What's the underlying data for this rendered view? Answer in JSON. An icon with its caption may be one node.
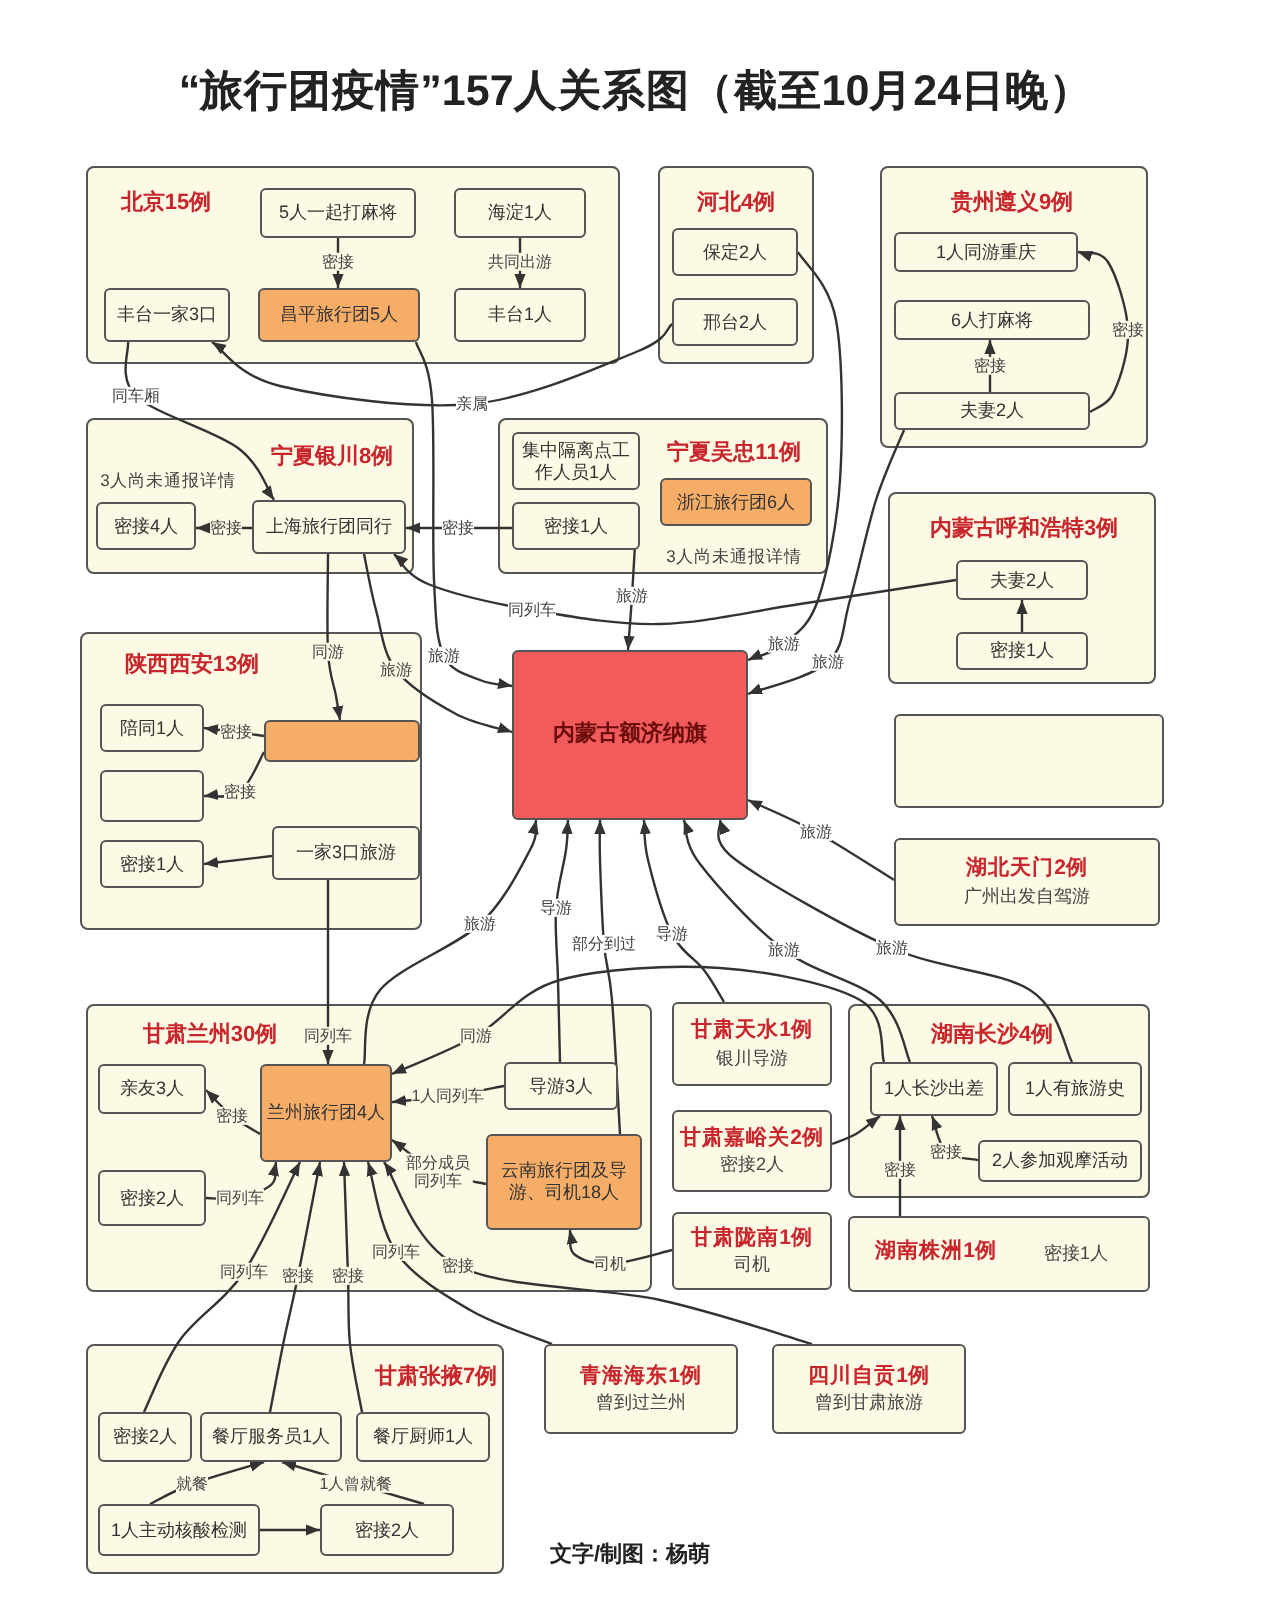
{
  "diagram": {
    "title": "“旅行团疫情”157人关系图（截至10月24日晚）",
    "nodes": [
      {
        "text": [
          "北京15例"
        ]
      },
      {
        "text": [
          "5人一起打麻将"
        ],
        "in": 0
      },
      {
        "text": [
          "海淀1人"
        ],
        "in": 0
      },
      {
        "text": [
          "丰台一家3口"
        ],
        "in": 0
      },
      {
        "text": [
          "昌平旅行团5人"
        ],
        "in": 0
      },
      {
        "text": [
          "丰台1人"
        ],
        "in": 0
      },
      {
        "text": [
          "河北4例"
        ]
      },
      {
        "text": [
          "保定2人"
        ],
        "in": 6
      },
      {
        "text": [
          "邢台2人"
        ],
        "in": 6
      },
      {
        "text": [
          "贵州遵义9例"
        ]
      },
      {
        "text": [
          "1人同游重庆"
        ],
        "in": 9
      },
      {
        "text": [
          "6人打麻将"
        ],
        "in": 9
      },
      {
        "text": [
          "夫妻2人"
        ],
        "in": 9
      },
      {
        "text": [
          "宁夏银川8例",
          "3人尚未通报详情"
        ]
      },
      {
        "text": [
          "密接4人"
        ],
        "in": 13
      },
      {
        "text": [
          "上海旅行团同行"
        ],
        "in": 13
      },
      {
        "text": [
          "宁夏吴忠11例",
          "3人尚未通报详情"
        ]
      },
      {
        "text": [
          "集中隔离点工作人员1人"
        ],
        "in": 16
      },
      {
        "text": [
          "浙江旅行团6人"
        ],
        "in": 16
      },
      {
        "text": [
          "密接1人"
        ],
        "in": 16
      },
      {
        "text": [
          "内蒙古呼和浩特3例"
        ]
      },
      {
        "text": [
          "夫妻2人"
        ],
        "in": 20
      },
      {
        "text": [
          "密接1人"
        ],
        "in": 20
      },
      {
        "text": [
          "陕西西安13例"
        ]
      },
      {
        "text": [
          "陪同1人"
        ],
        "in": 23
      },
      {
        "text": [],
        "shape": "box",
        "in": 23
      },
      {
        "text": [],
        "shape": "box",
        "in": 23
      },
      {
        "text": [
          "一家3口旅游"
        ],
        "in": 23
      },
      {
        "text": [
          "密接1人"
        ],
        "in": 23
      },
      {
        "text": [
          "内蒙古额济纳旗"
        ]
      },
      {
        "text": [],
        "shape": "box"
      },
      {
        "text": [
          "湖北天门2例",
          "广州出发自驾游"
        ]
      },
      {
        "text": [
          "甘肃兰州30例"
        ]
      },
      {
        "text": [
          "亲友3人"
        ],
        "in": 32
      },
      {
        "text": [
          "兰州旅行团4人"
        ],
        "in": 32
      },
      {
        "text": [
          "导游3人"
        ],
        "in": 32
      },
      {
        "text": [
          "密接2人"
        ],
        "in": 32
      },
      {
        "text": [
          "云南旅行团及导游、司机18人"
        ],
        "in": 32
      },
      {
        "text": [
          "甘肃天水1例",
          "银川导游"
        ]
      },
      {
        "text": [
          "湖南长沙4例"
        ]
      },
      {
        "text": [
          "1人长沙出差"
        ],
        "in": 39
      },
      {
        "text": [
          "1人有旅游史"
        ],
        "in": 39
      },
      {
        "text": [
          "2人参加观摩活动"
        ],
        "in": 39
      },
      {
        "text": [
          "甘肃嘉峪关2例",
          "密接2人"
        ]
      },
      {
        "text": [
          "甘肃陇南1例",
          "司机"
        ]
      },
      {
        "text": [
          "湖南株洲1例",
          "密接1人"
        ]
      },
      {
        "text": [
          "甘肃张掖7例"
        ]
      },
      {
        "text": [
          "密接2人"
        ],
        "in": 46
      },
      {
        "text": [
          "餐厅服务员1人"
        ],
        "in": 46
      },
      {
        "text": [
          "餐厅厨师1人"
        ],
        "in": 46
      },
      {
        "text": [
          "1人主动核酸检测"
        ],
        "in": 46
      },
      {
        "text": [
          "密接2人"
        ],
        "in": 46
      },
      {
        "text": [
          "青海海东1例",
          "曾到过兰州"
        ]
      },
      {
        "text": [
          "四川自贡1例",
          "曾到甘肃旅游"
        ]
      }
    ],
    "edges": [
      {
        "from": 1,
        "to": 4,
        "arrow": "to",
        "label": "密接"
      },
      {
        "from": 2,
        "to": 5,
        "arrow": "to",
        "label": "共同出游"
      },
      {
        "from": 12,
        "to": 11,
        "arrow": "to",
        "label": "密接"
      },
      {
        "from": 12,
        "to": 10,
        "arrow": "to",
        "label": "密接"
      },
      {
        "from": 8,
        "to": 3,
        "arrow": "to",
        "label": "亲属"
      },
      {
        "from": 3,
        "to": 15,
        "arrow": "to",
        "label": "同车厢"
      },
      {
        "from": 15,
        "to": 14,
        "arrow": "to",
        "label": "密接"
      },
      {
        "from": 19,
        "to": 15,
        "arrow": "to",
        "label": "密接"
      },
      {
        "from": 22,
        "to": 21,
        "arrow": "to"
      },
      {
        "from": 21,
        "to": 15,
        "arrow": "to",
        "label": "同列车"
      },
      {
        "from": 15,
        "to": 25,
        "arrow": "to",
        "label": "同游"
      },
      {
        "from": 15,
        "to": 29,
        "arrow": "to",
        "label": "旅游"
      },
      {
        "from": 4,
        "to": 29,
        "arrow": "to",
        "label": "旅游"
      },
      {
        "from": 18,
        "to": 29,
        "arrow": "to",
        "label": "旅游"
      },
      {
        "from": 7,
        "to": 29,
        "arrow": "to",
        "label": "旅游"
      },
      {
        "from": 12,
        "to": 29,
        "arrow": "to",
        "label": "旅游"
      },
      {
        "from": 25,
        "to": 24,
        "arrow": "to",
        "label": "密接"
      },
      {
        "from": 25,
        "to": 26,
        "arrow": "to",
        "label": "密接"
      },
      {
        "from": 27,
        "to": 28,
        "arrow": "to"
      },
      {
        "from": 27,
        "to": 34,
        "arrow": "to",
        "label": "同列车"
      },
      {
        "from": 34,
        "to": 29,
        "arrow": "to",
        "label": "旅游"
      },
      {
        "from": 35,
        "to": 29,
        "arrow": "to",
        "label": "导游"
      },
      {
        "from": 37,
        "to": 29,
        "arrow": "to",
        "label": "部分到过"
      },
      {
        "from": 38,
        "to": 29,
        "arrow": "to",
        "label": "导游"
      },
      {
        "from": 40,
        "to": 29,
        "arrow": "to",
        "label": "旅游"
      },
      {
        "from": 41,
        "to": 29,
        "arrow": "to",
        "label": "旅游"
      },
      {
        "from": 31,
        "to": 29,
        "arrow": "to",
        "label": "旅游"
      },
      {
        "from": 34,
        "to": 33,
        "arrow": "to",
        "label": "密接"
      },
      {
        "from": 36,
        "to": 34,
        "arrow": "to",
        "label": "同列车"
      },
      {
        "from": 35,
        "to": 34,
        "arrow": "to",
        "label": "1人同列车"
      },
      {
        "from": 37,
        "to": 34,
        "arrow": "to",
        "label": "部分成员同列车"
      },
      {
        "from": 40,
        "to": 34,
        "arrow": "to",
        "label": "同游"
      },
      {
        "from": 44,
        "to": 37,
        "arrow": "to",
        "label": "司机"
      },
      {
        "from": 43,
        "to": 40,
        "arrow": "to"
      },
      {
        "from": 42,
        "to": 40,
        "arrow": "to",
        "label": "密接"
      },
      {
        "from": 45,
        "to": 40,
        "arrow": "to",
        "label": "密接"
      },
      {
        "from": 47,
        "to": 34,
        "arrow": "to",
        "label": "同列车"
      },
      {
        "from": 48,
        "to": 34,
        "arrow": "to",
        "label": "密接"
      },
      {
        "from": 49,
        "to": 34,
        "arrow": "to",
        "label": "密接"
      },
      {
        "from": 52,
        "to": 34,
        "arrow": "to",
        "label": "同列车"
      },
      {
        "from": 53,
        "to": 34,
        "arrow": "to",
        "label": "密接"
      },
      {
        "from": 50,
        "to": 51,
        "arrow": "to"
      },
      {
        "from": 50,
        "to": 48,
        "arrow": "to",
        "label": "就餐"
      },
      {
        "from": 51,
        "to": 48,
        "arrow": "to",
        "label": "1人曾就餐"
      }
    ],
    "labels": [
      "文字/制图：杨萌"
    ]
  }
}
